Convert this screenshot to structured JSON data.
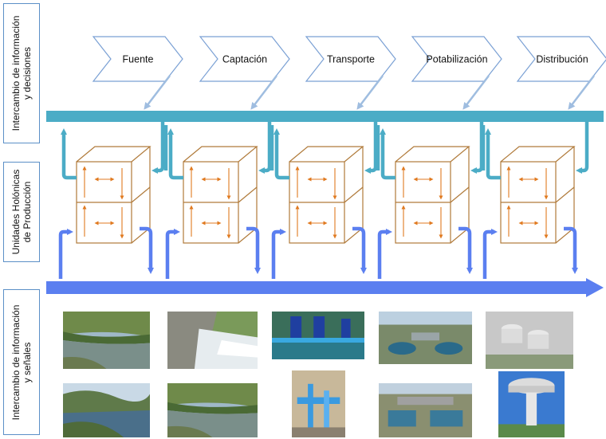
{
  "side_labels": [
    {
      "line1": "Intercambio de información",
      "line2": "y decisiones"
    },
    {
      "line1": "Unidades Holónicas",
      "line2": "de Producción"
    },
    {
      "line1": "Intercambio de información",
      "line2": "y señales"
    }
  ],
  "stages": [
    {
      "label": "Fuente"
    },
    {
      "label": "Captación"
    },
    {
      "label": "Transporte"
    },
    {
      "label": "Potabilización"
    },
    {
      "label": "Distribución"
    }
  ],
  "colors": {
    "decision_bus": "#4bacc6",
    "signal_bus": "#5b7ff0",
    "cube_edge": "#b07a3a",
    "arrow_orange": "#e07a20",
    "chevron_edge": "#7aa0d4",
    "label_border": "#5b8fc7"
  }
}
